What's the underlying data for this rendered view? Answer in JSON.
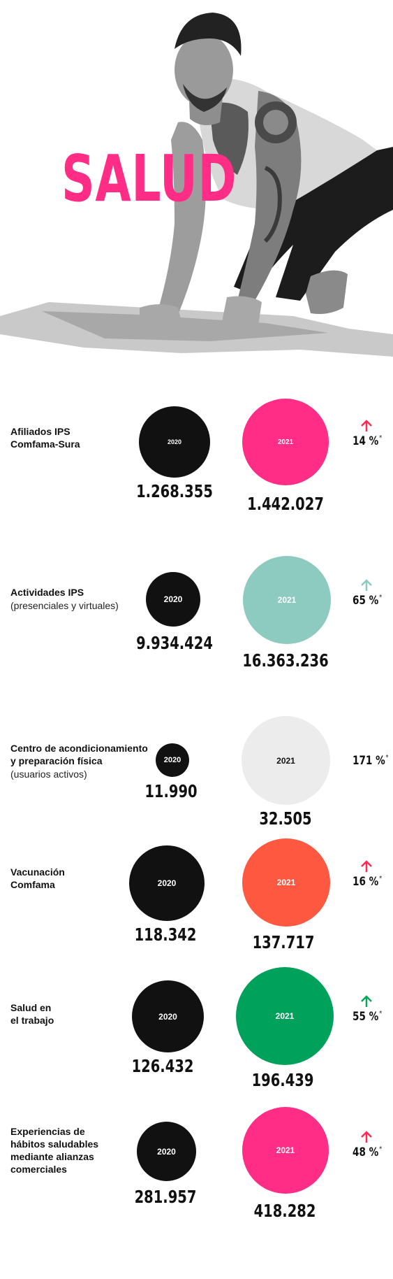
{
  "hero": {
    "title": "SALUD"
  },
  "colors": {
    "pink": "#ff2d86",
    "black": "#111111",
    "mint": "#8dcbc0",
    "lightgray": "#ececec",
    "coral": "#ff5841",
    "green": "#00a25b",
    "arrow_red": "#ff2a4f",
    "arrow_mint": "#8dcbc0",
    "arrow_green": "#0aa35a"
  },
  "metrics": [
    {
      "label": "Afiliados IPS\nComfama-Sura",
      "sub": "",
      "y1_label": "2020",
      "y1_value": "1.268.355",
      "y2_label": "2021",
      "y2_value": "1.442.027",
      "pct": "14 %",
      "pct_mark": "*",
      "arrow_icon": "arrow-up-icon"
    },
    {
      "label": "Actividades IPS",
      "sub": "(presenciales y virtuales)",
      "y1_label": "2020",
      "y1_value": "9.934.424",
      "y2_label": "2021",
      "y2_value": "16.363.236",
      "pct": "65 %",
      "pct_mark": "*",
      "arrow_icon": "arrow-up-icon"
    },
    {
      "label": "Centro de acondicionamiento\ny preparación física",
      "sub": "(usuarios activos)",
      "y1_label": "2020",
      "y1_value": "11.990",
      "y2_label": "2021",
      "y2_value": "32.505",
      "pct": "171 %",
      "pct_mark": "*",
      "arrow_icon": ""
    },
    {
      "label": "Vacunación\nComfama",
      "sub": "",
      "y1_label": "2020",
      "y1_value": "118.342",
      "y2_label": "2021",
      "y2_value": "137.717",
      "pct": "16 %",
      "pct_mark": "*",
      "arrow_icon": "arrow-up-icon"
    },
    {
      "label": "Salud en\nel trabajo",
      "sub": "",
      "y1_label": "2020",
      "y1_value": "126.432",
      "y2_label": "2021",
      "y2_value": "196.439",
      "pct": "55 %",
      "pct_mark": "*",
      "arrow_icon": "arrow-up-icon"
    },
    {
      "label": "Experiencias de\nhábitos saludables\nmediante alianzas\ncomerciales",
      "sub": "",
      "y1_label": "2020",
      "y1_value": "281.957",
      "y2_label": "2021",
      "y2_value": "418.282",
      "pct": "48 %",
      "pct_mark": "*",
      "arrow_icon": "arrow-up-icon"
    }
  ]
}
